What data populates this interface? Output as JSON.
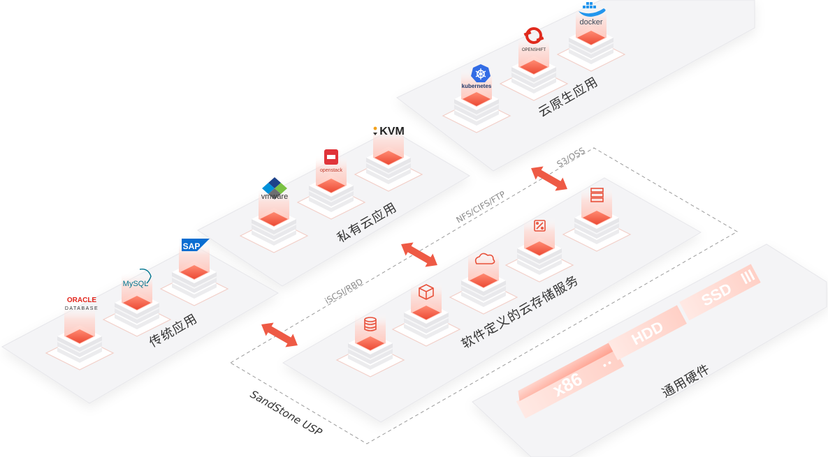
{
  "platforms": {
    "cloud_native": {
      "label": "云原生应用",
      "logos": [
        "kubernetes",
        "OPENSHIFT",
        "docker"
      ]
    },
    "private_cloud": {
      "label": "私有云应用",
      "logos": [
        "vmware",
        "openstack",
        "KVM"
      ]
    },
    "traditional": {
      "label": "传统应用",
      "logos": {
        "oracle_top": "ORACLE",
        "oracle_sub": "DATABASE",
        "mysql": "MySQL",
        "sap": "SAP"
      }
    },
    "storage": {
      "label": "软件定义的云存储服务"
    },
    "hardware": {
      "label": "通用硬件",
      "items": [
        "x86",
        "HDD",
        "SSD"
      ]
    }
  },
  "protocols": {
    "block": "iSCSI/RBD",
    "file": "NFS/CIFS/FTP",
    "object": "S3/OSS"
  },
  "product": {
    "name": "SandStone USP"
  },
  "colors": {
    "accent": "#ee5a45",
    "accent_light": "#ffb8aa",
    "platform": "#f4f4f6",
    "platform_edge": "#e3e3e8"
  }
}
